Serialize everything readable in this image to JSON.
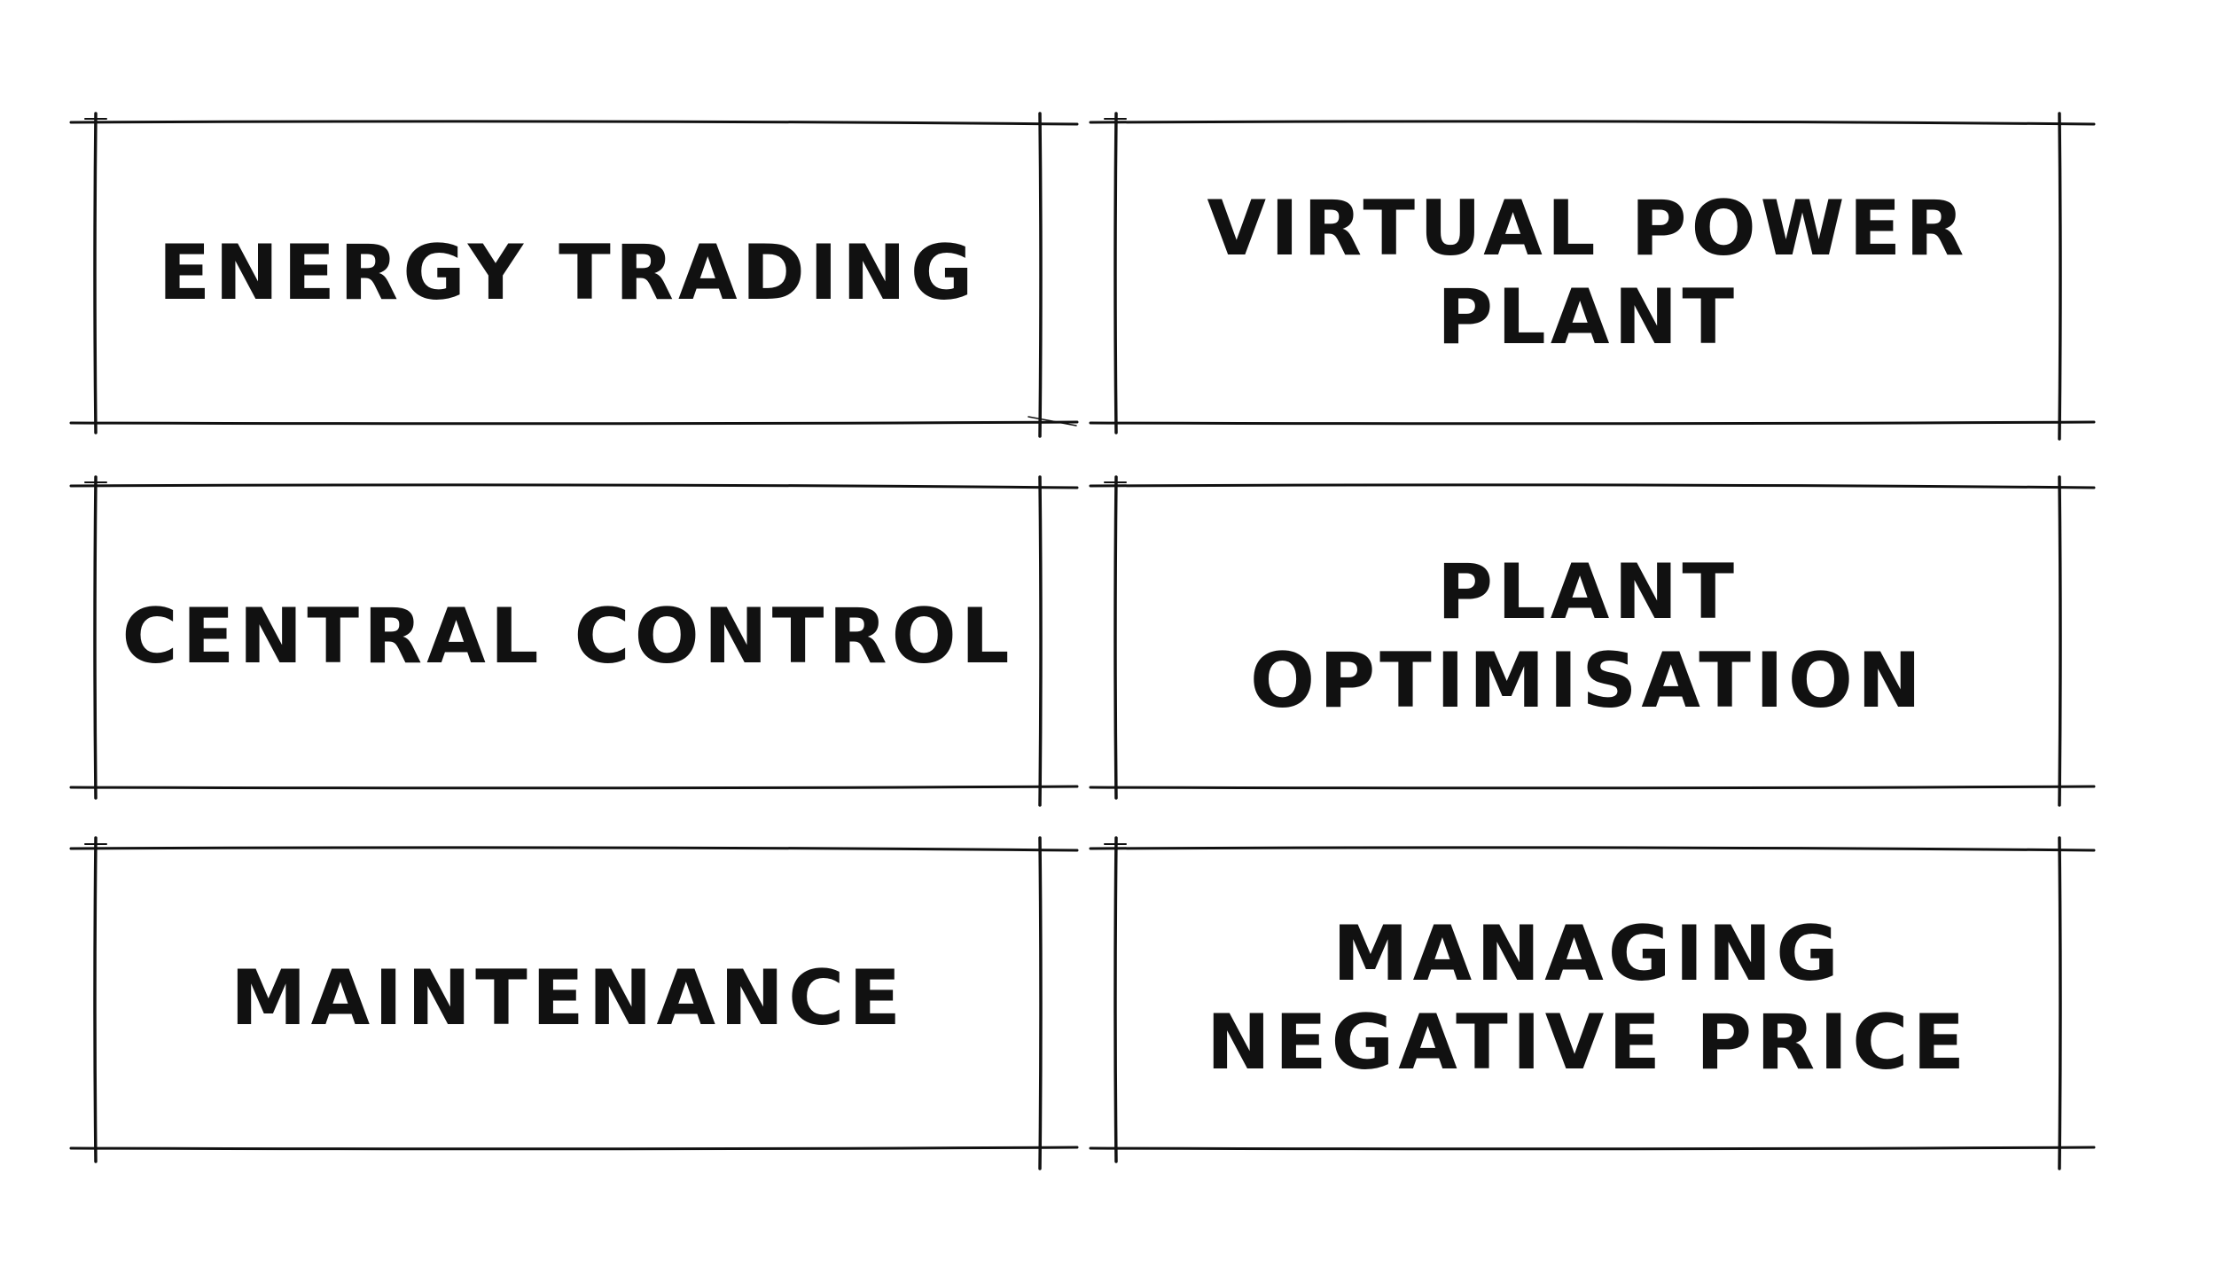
{
  "colors": {
    "background": "#ffffff",
    "ink": "#111111"
  },
  "boxes": [
    {
      "lines": [
        "ENERGY TRADING"
      ]
    },
    {
      "lines": [
        "VIRTUAL POWER",
        "PLANT"
      ]
    },
    {
      "lines": [
        "CENTRAL CONTROL"
      ]
    },
    {
      "lines": [
        "PLANT",
        "OPTIMISATION"
      ]
    },
    {
      "lines": [
        "MAINTENANCE"
      ]
    },
    {
      "lines": [
        "MANAGING",
        "NEGATIVE PRICE"
      ]
    }
  ]
}
